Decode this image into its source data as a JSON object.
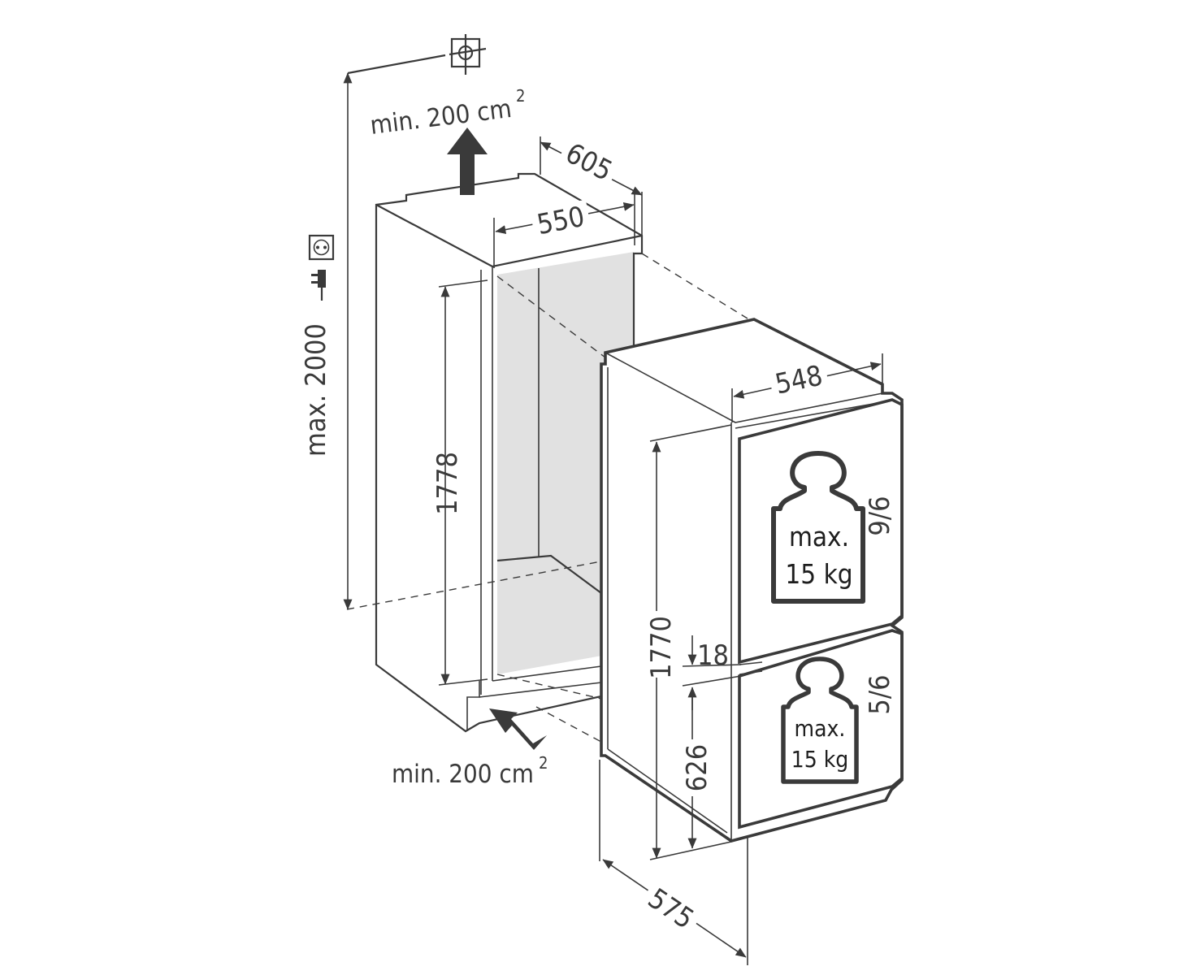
{
  "ventilation": {
    "top": {
      "text": "min. 200 cm",
      "sup": "2"
    },
    "bottom": {
      "text": "min. 200 cm",
      "sup": "2"
    }
  },
  "niche": {
    "max_height": "max. 2000",
    "height": "1778",
    "depth": "605",
    "width": "550"
  },
  "appliance": {
    "width": "548",
    "height": "1770",
    "gap": "18",
    "lower_door_height": "626",
    "depth": "575",
    "upper_door_hinge": "9/6",
    "lower_door_hinge": "5/6"
  },
  "door_load": {
    "upper": {
      "line1": "max.",
      "line2": "15 kg"
    },
    "lower": {
      "line1": "max.",
      "line2": "15 kg"
    }
  },
  "icons": [
    "socket-outlet-icon",
    "power-plug-icon",
    "water-connection-icon",
    "weight-icon",
    "ventilation-arrow-icon"
  ]
}
